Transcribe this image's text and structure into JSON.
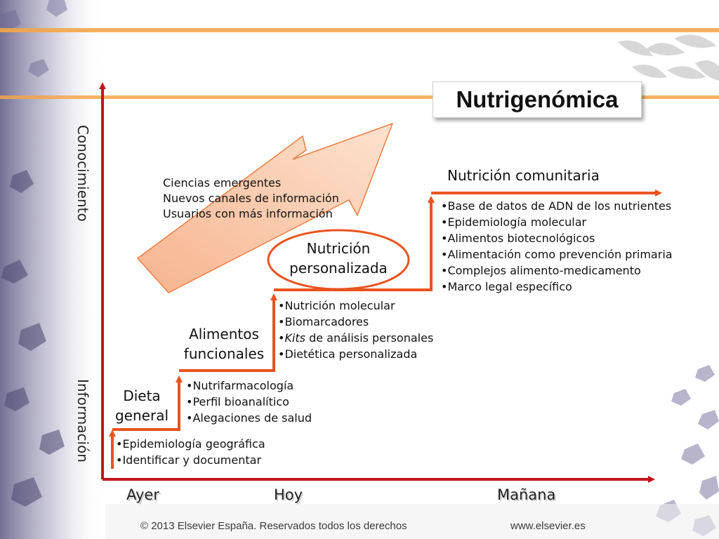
{
  "title": "Nutrigenómica",
  "axes": {
    "y_top": "Conocimiento",
    "y_bottom": "Información",
    "x_labels": [
      "Ayer",
      "Hoy",
      "Mañana"
    ]
  },
  "trend_arrow": {
    "lines": [
      "Ciencias emergentes",
      "Nuevos canales de información",
      "Usuarios con más información"
    ]
  },
  "steps": [
    {
      "label_lines": [
        "Dieta",
        "general"
      ],
      "items": [
        "Epidemiología geográfica",
        "Identificar y documentar"
      ]
    },
    {
      "label_lines": [
        "Alimentos",
        "funcionales"
      ],
      "items": [
        "Nutrifarmacología",
        "Perfil bioanalítico",
        "Alegaciones de salud"
      ]
    },
    {
      "label_lines": [
        "Nutrición",
        "personalizada"
      ],
      "items": [
        "Nutrición molecular",
        "Biomarcadores",
        "de análisis personales",
        "Dietética personalizada"
      ],
      "italic_prefix": "Kits",
      "highlighted": true
    },
    {
      "label_lines": [
        "Nutrición comunitaria"
      ],
      "items": [
        "Base de datos de ADN de los nutrientes",
        "Epidemiología molecular",
        "Alimentos biotecnológicos",
        "Alimentación como prevención primaria",
        "Complejos alimento-medicamento",
        "Marco legal específico"
      ]
    }
  ],
  "footer": {
    "copyright": "© 2013 Elsevier España. Reservados todos los derechos",
    "url": "www.elsevier.es"
  },
  "colors": {
    "axis": "#c0161c",
    "step": "#e9531f",
    "trend_fill": "#f8c2a1",
    "trend_stroke": "#ef7d41",
    "highlight": "#e9531f",
    "accent_bar": "#f3a64a"
  }
}
